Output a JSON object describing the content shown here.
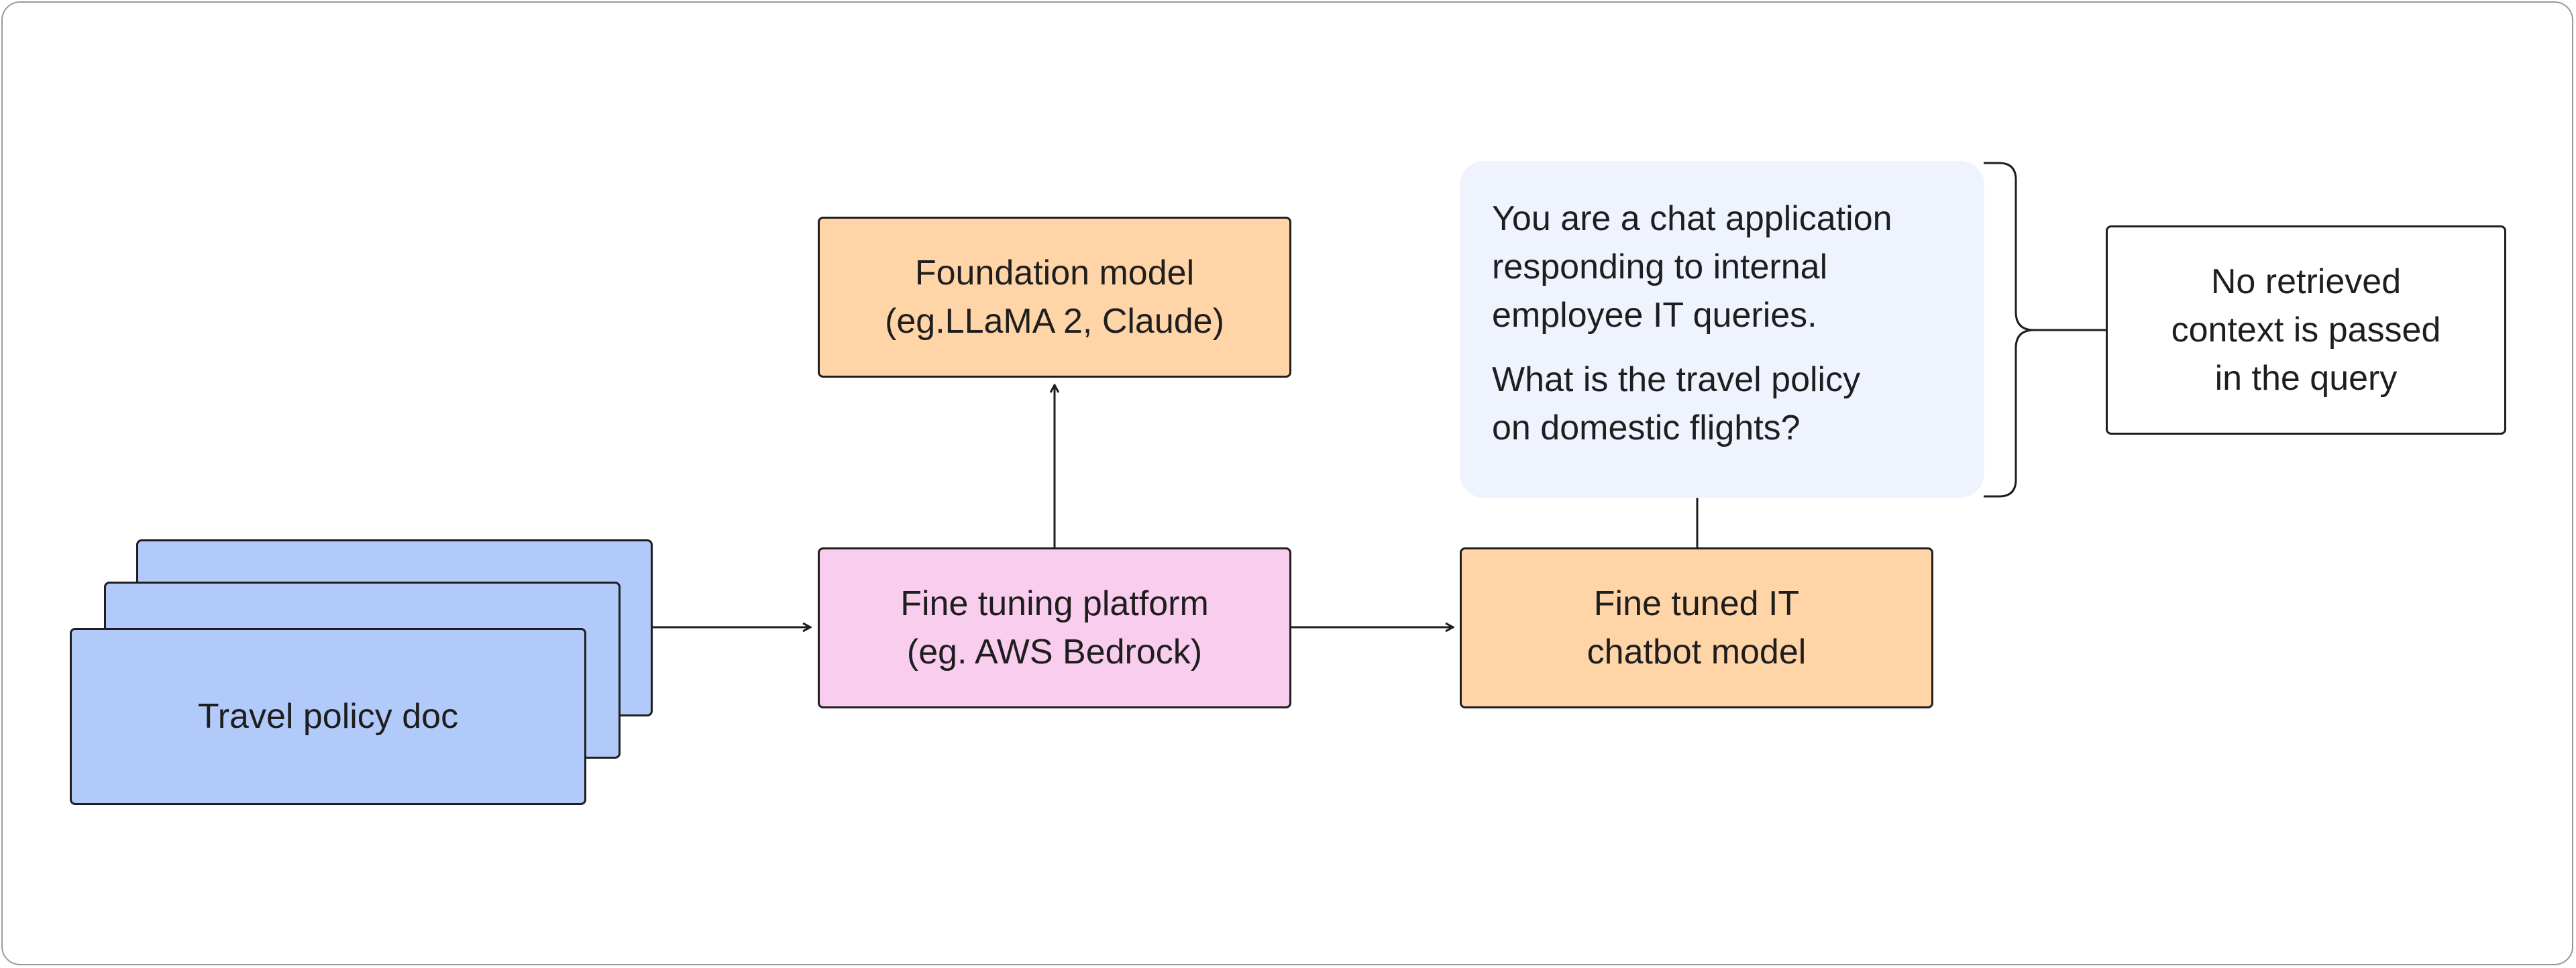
{
  "diagram": {
    "documents": {
      "label": "Travel policy doc"
    },
    "foundation_model": {
      "label": "Foundation model\n(eg.LLaMA 2, Claude)"
    },
    "fine_tuning_platform": {
      "label": "Fine tuning platform\n(eg. AWS Bedrock)"
    },
    "fine_tuned_model": {
      "label": "Fine tuned IT\nchatbot model"
    },
    "prompt": {
      "system": "You are a chat application\nresponding to internal\nemployee IT queries.",
      "question": "What is the travel policy\non domestic flights?"
    },
    "note": {
      "label": "No retrieved\ncontext is passed\nin the query"
    },
    "colors": {
      "document": "#b1cafa",
      "model": "#ffd5a8",
      "platform": "#f9cdee",
      "prompt_bubble": "#eef3fd",
      "stroke": "#1e1e1e"
    }
  }
}
